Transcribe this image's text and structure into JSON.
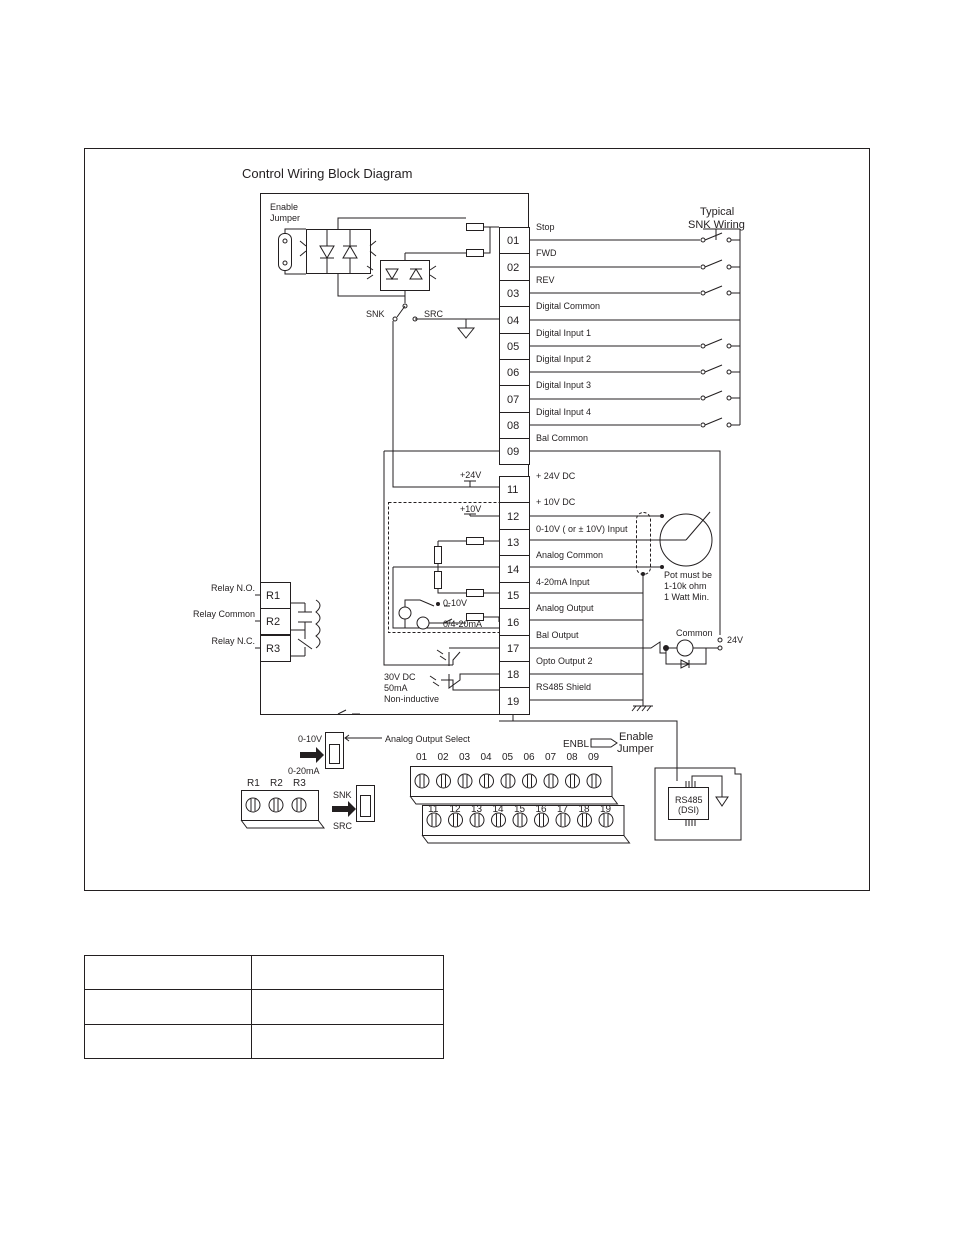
{
  "title": "Control Wiring Block Diagram",
  "enable_jumper_label": [
    "Enable",
    "Jumper"
  ],
  "typical_snk_wiring": [
    "Typical",
    "SNK Wiring"
  ],
  "snk_label": "SNK",
  "src_label": "SRC",
  "supply_24v": "+24V",
  "supply_10v": "+10V",
  "terminals": [
    {
      "num": "01",
      "label": "Stop"
    },
    {
      "num": "02",
      "label": "FWD"
    },
    {
      "num": "03",
      "label": "REV"
    },
    {
      "num": "04",
      "label": "Digital Common"
    },
    {
      "num": "05",
      "label": "Digital Input 1"
    },
    {
      "num": "06",
      "label": "Digital Input 2"
    },
    {
      "num": "07",
      "label": "Digital Input 3"
    },
    {
      "num": "08",
      "label": "Digital Input 4"
    },
    {
      "num": "09",
      "label": "Bal Common"
    },
    {
      "num": "11",
      "label": "+ 24V DC"
    },
    {
      "num": "12",
      "label": "+ 10V DC"
    },
    {
      "num": "13",
      "label": "0-10V ( or ± 10V) Input"
    },
    {
      "num": "14",
      "label": "Analog Common"
    },
    {
      "num": "15",
      "label": "4-20mA Input"
    },
    {
      "num": "16",
      "label": "Analog Output"
    },
    {
      "num": "17",
      "label": "Bal Output"
    },
    {
      "num": "18",
      "label": "Opto Output 2"
    },
    {
      "num": "19",
      "label": "RS485 Shield"
    }
  ],
  "relays": [
    {
      "id": "R1",
      "label": "Relay N.O."
    },
    {
      "id": "R2",
      "label": "Relay Common"
    },
    {
      "id": "R3",
      "label": "Relay N.C."
    }
  ],
  "pot_note": [
    "Pot must be",
    "1-10k ohm",
    "1 Watt Min."
  ],
  "analog_out_options": [
    "0-10V",
    "0/4-20mA"
  ],
  "opto_rating": [
    "30V DC",
    "50mA",
    "Non-inductive"
  ],
  "common_label": "Common",
  "v24_label": "24V",
  "analog_output_select": "Analog Output Select",
  "switch_0_10v": "0-10V",
  "switch_0_20ma": "0-20mA",
  "switch_snk": "SNK",
  "switch_src": "SRC",
  "enbl_label": "ENBL",
  "enable_jumper_bottom": [
    "Enable",
    "Jumper"
  ],
  "top_block_nums": [
    "01",
    "02",
    "03",
    "04",
    "05",
    "06",
    "07",
    "08",
    "09"
  ],
  "bottom_block_nums": [
    "11",
    "12",
    "13",
    "14",
    "15",
    "16",
    "17",
    "18",
    "19"
  ],
  "relay_block_nums": [
    "R1",
    "R2",
    "R3"
  ],
  "rs485_label": [
    "RS485",
    "(DSI)"
  ]
}
